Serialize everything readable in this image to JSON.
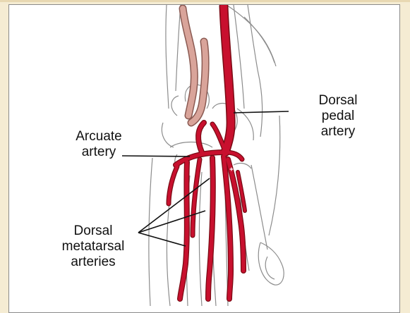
{
  "labels": {
    "dorsal_pedal": [
      "Dorsal",
      "pedal",
      "artery"
    ],
    "arcuate": [
      "Arcuate",
      "artery"
    ],
    "dorsal_metatarsal": [
      "Dorsal",
      "metatarsal",
      "arteries"
    ]
  },
  "colors": {
    "artery": "#c8102e",
    "artery_dark": "#7a0a14",
    "vein": "#d9a49a",
    "vein_dark": "#8a5a52",
    "bone_line": "#8c8c8c",
    "leader": "#111111",
    "frame": "#f5ecd3"
  }
}
